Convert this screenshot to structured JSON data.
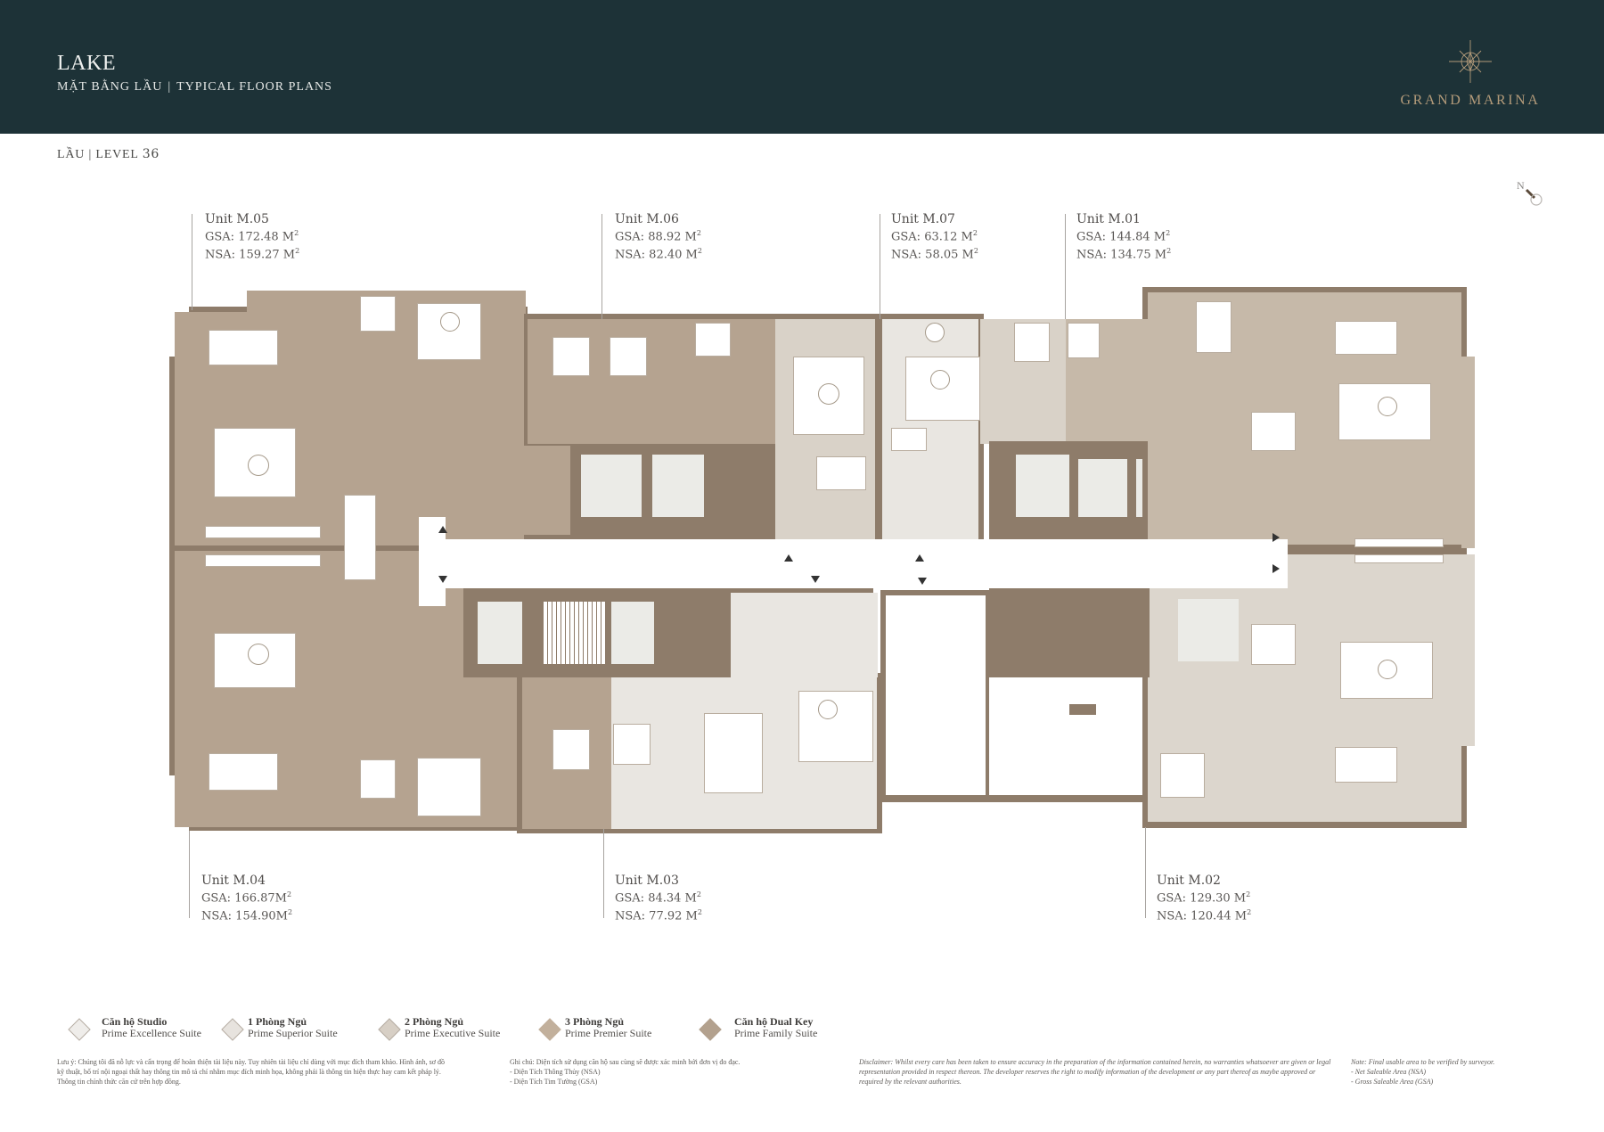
{
  "header": {
    "title": "LAKE",
    "subtitle_vi": "MẶT BẰNG LẦU",
    "subtitle_sep": "|",
    "subtitle_en": "TYPICAL FLOOR PLANS",
    "brand": "GRAND MARINA",
    "brand_icon": "compass-star-icon",
    "bg_color": "#1d3237",
    "brand_color": "#b39b7a"
  },
  "level": {
    "label": "LẦU | LEVEL",
    "number": "36"
  },
  "north_arrow": {
    "label": "N"
  },
  "units": {
    "m05": {
      "name": "Unit M.05",
      "gsa": "GSA: 172.48 M",
      "nsa": "NSA: 159.27 M",
      "type": "dual_key"
    },
    "m06": {
      "name": "Unit M.06",
      "gsa": "GSA: 88.92 M",
      "nsa": "NSA: 82.40 M",
      "type": "2br"
    },
    "m07": {
      "name": "Unit M.07",
      "gsa": "GSA: 63.12  M",
      "nsa": "NSA: 58.05 M",
      "type": "1br"
    },
    "m01": {
      "name": "Unit M.01",
      "gsa": "GSA: 144.84  M",
      "nsa": "NSA: 134.75   M",
      "type": "3br"
    },
    "m04": {
      "name": "Unit M.04",
      "gsa": "GSA: 166.87M",
      "nsa": "NSA: 154.90M",
      "type": "dual_key"
    },
    "m03": {
      "name": "Unit M.03",
      "gsa": "GSA: 84.34 M",
      "nsa": "NSA: 77.92  M",
      "type": "1br"
    },
    "m02": {
      "name": "Unit M.02",
      "gsa": "GSA: 129.30  M",
      "nsa": "NSA: 120.44  M",
      "type": "2br"
    },
    "sup": "2"
  },
  "legend": [
    {
      "title": "Căn hộ Studio",
      "subtitle": "Prime Excellence Suite",
      "color": "#efedea"
    },
    {
      "title": "1 Phòng Ngủ",
      "subtitle": "Prime Superior Suite",
      "color": "#e7e3de"
    },
    {
      "title": "2 Phòng Ngủ",
      "subtitle": "Prime Executive Suite",
      "color": "#d7cfc5"
    },
    {
      "title": "3 Phòng Ngủ",
      "subtitle": "Prime Premier Suite",
      "color": "#c2b09c"
    },
    {
      "title": "Căn hộ Dual Key",
      "subtitle": "Prime Family Suite",
      "color": "#b3a18e"
    }
  ],
  "footnotes": {
    "vi_note": [
      "Lưu ý: Chúng tôi đã nỗ lực và cẩn trọng để hoàn thiện tài liệu này. Tuy nhiên tài liệu chỉ dùng với mục đích tham khảo. Hình ảnh, sơ đồ",
      "kỹ thuật, bố trí nội ngoại thất hay thông tin mô tả chỉ nhằm mục đích minh họa, không phải là thông tin hiện thực hay cam kết pháp lý.",
      "Thông tin chính thức căn cứ trên hợp đồng."
    ],
    "vi_area": [
      "Ghi chú: Diện tích sử dụng căn hộ sau cùng sẽ được xác minh bởi đơn vị đo đạc.",
      "- Diện Tích Thông Thủy (NSA)",
      "- Diện Tích Tim Tường (GSA)"
    ],
    "disclaimer": [
      "Disclaimer: Whilst every care has been taken to ensure accuracy in the preparation of the information contained herein, no warranties whatsoever are given or legal",
      "representation provided in respect thereon. The developer reserves the right to modify information of the development or any part thereof as maybe approved or",
      "required by the relevant authorities."
    ],
    "en_area": [
      "Note: Final usable area to be verified by surveyor.",
      "- Net Saleable Area (NSA)",
      "- Gross Saleable Area (GSA)"
    ]
  }
}
